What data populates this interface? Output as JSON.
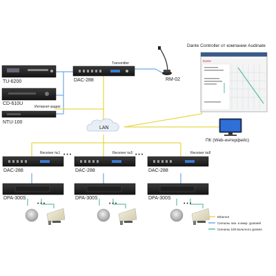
{
  "title": "Dante Controller от компании Audinate",
  "labels": {
    "tu": "TU-6200",
    "cd": "CD-610U",
    "ntu": "NTU-100",
    "internet_radio": "Интернет-радио",
    "dac_main": "DAC-288",
    "transmitter": "Transmitter",
    "rm": "RM-02",
    "lan": "LAN",
    "pc": "ПК (Web-интерфейс)",
    "receiver1": "Receiver №1",
    "receiver5": "Receiver №5",
    "receiverN": "Receiver №8",
    "dac_rx": "DAC-288",
    "dpa": "DPA-300S",
    "dots": "• • •"
  },
  "legend": [
    {
      "label": "Ethernet",
      "color": "#e8d84a"
    },
    {
      "label": "Сигналы лин. и микр. уровней",
      "color": "#6aa7e8"
    },
    {
      "label": "Сигналы 100-вольтного уровня",
      "color": "#5fc19a"
    }
  ],
  "screenshot": {
    "app_header": "Dante"
  }
}
